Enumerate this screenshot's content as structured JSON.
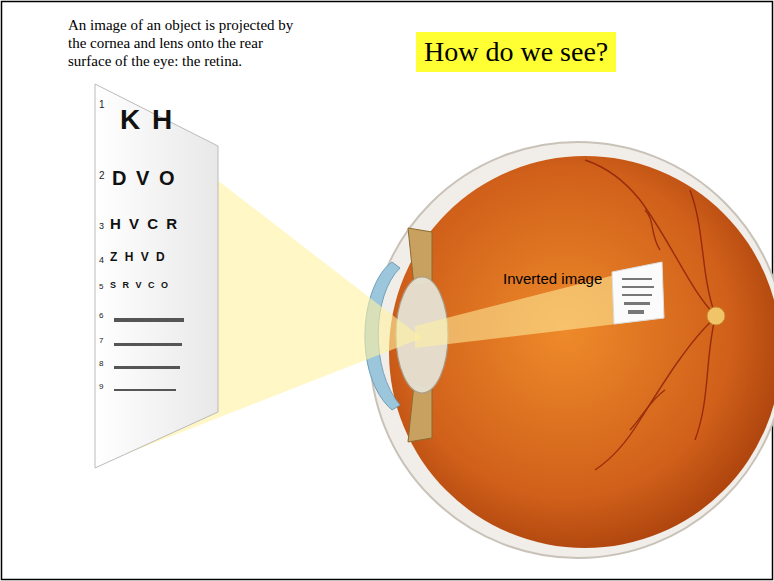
{
  "diagram": {
    "title": "How do we see?",
    "labels": [
      "An image of an object is projected by the cornea and lens onto the rear surface of the eye: the retina.",
      "1",
      "K H",
      "2",
      "D V O",
      "3",
      "H V C R",
      "4",
      "Z H V D",
      "5",
      "S R V C O",
      "6",
      "7",
      "8",
      "9",
      "Inverted image"
    ]
  }
}
